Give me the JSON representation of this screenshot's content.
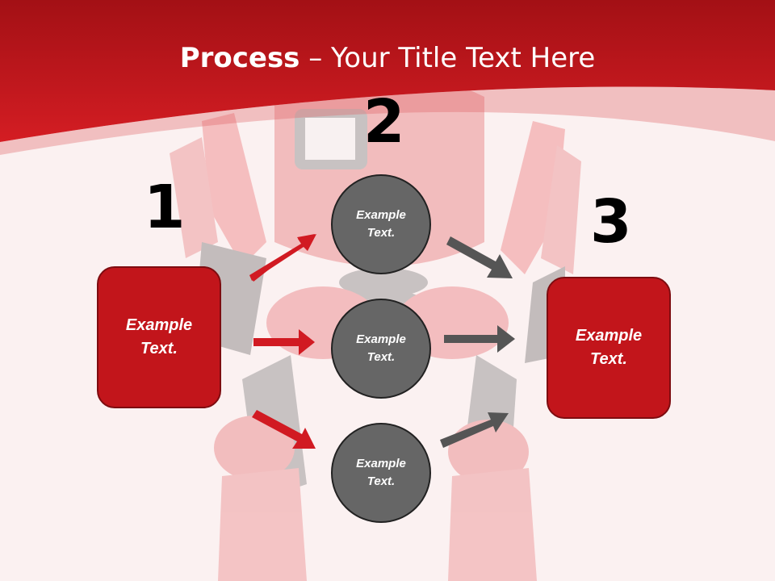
{
  "title": {
    "bold": "Process",
    "rest": " – Your Title Text Here"
  },
  "colors": {
    "header_red": "#c8161c",
    "box_red": "#c2151b",
    "circle_gray": "#666666",
    "arrow_red": "#d11a22",
    "arrow_gray": "#555555"
  },
  "steps": [
    {
      "number": "1",
      "label": "Example\nText."
    },
    {
      "number": "2",
      "label": "Example\nText."
    },
    {
      "number": "3",
      "label": "Example\nText."
    }
  ],
  "circles": [
    {
      "label": "Example\nText."
    },
    {
      "label": "Example\nText."
    },
    {
      "label": "Example\nText."
    }
  ],
  "background": "red-robot-figure"
}
